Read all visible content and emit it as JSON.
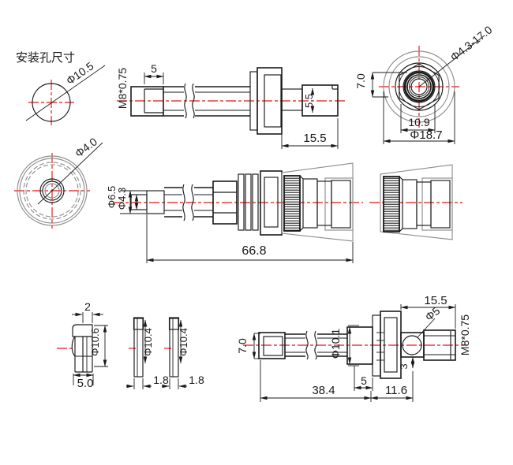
{
  "title": "安装孔尺寸",
  "colors": {
    "line": "#1a1a1a",
    "grey": "#8f8f8f",
    "centerline_red": "#e81414",
    "gasket_checker": "#7a3b3b"
  },
  "views": {
    "mount_hole": {
      "dia": "Φ10.5"
    },
    "knurl_face": {
      "dia": "Φ4.0"
    },
    "plug_side": {
      "thread": "M8*0.75",
      "seg": "5",
      "slot": "5.5",
      "len": "15.5"
    },
    "plug_face": {
      "spec": "Φ4.3-17.0",
      "height": "7.0",
      "width": "10.9",
      "dia": "Φ18.7"
    },
    "assembly": {
      "tip_dia": "Φ6.5",
      "pin_dia": "Φ4.3",
      "len": "66.8"
    },
    "grommet": {
      "lip": "2",
      "dia": "Φ10.6",
      "width": "5.0"
    },
    "washer1": {
      "dia": "Φ10.4",
      "thk": "1.8"
    },
    "washer2": {
      "dia": "Φ10.4",
      "thk": "1.8"
    },
    "jack_side": {
      "tip": "7.0",
      "flange_dia": "Φ10.1",
      "len1": "38.4",
      "gap": "5",
      "len2": "11.6",
      "len3": "15.5",
      "hole": "Φ5",
      "off": "3",
      "thread": "M8*0.75"
    }
  }
}
